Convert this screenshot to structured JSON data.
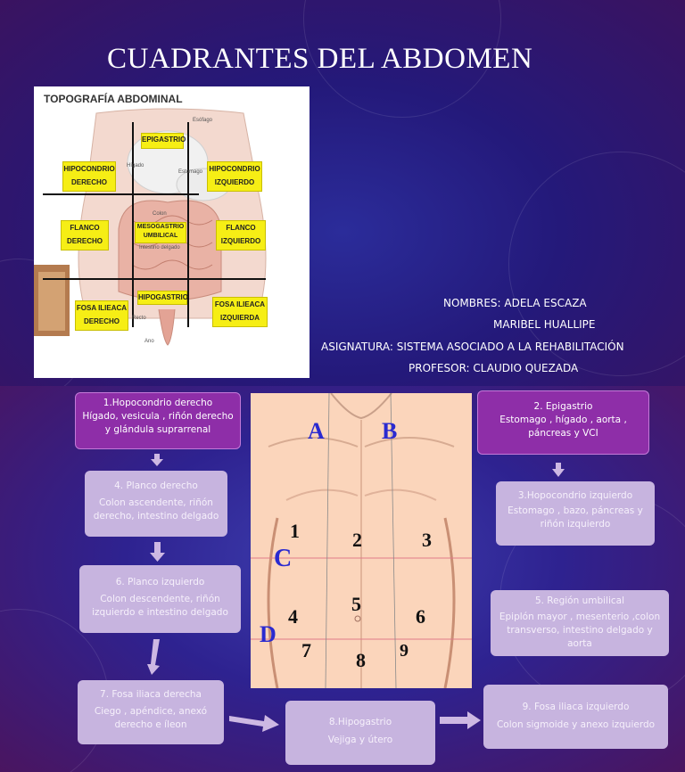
{
  "slide1": {
    "title": "CUADRANTES DEL ABDOMEN",
    "image": {
      "heading": "TOPOGRAFÍA ABDOMINAL",
      "labels": {
        "epigastrio": "EPIGASTRIO",
        "hipo_der_1": "HIPOCONDRIO",
        "hipo_der_2": "DERECHO",
        "hipo_izq_1": "HIPOCONDRIO",
        "hipo_izq_2": "IZQUIERDO",
        "flanco_der_1": "FLANCO",
        "flanco_der_2": "DERECHO",
        "meso_1": "MESOGASTRIO",
        "meso_2": "UMBILICAL",
        "flanco_izq_1": "FLANCO",
        "flanco_izq_2": "IZQUIERDO",
        "hipogastrio": "HIPOGASTRIO",
        "fosa_der_1": "FOSA ILIEACA",
        "fosa_der_2": "DERECHO",
        "fosa_izq_1": "FOSA ILIEACA",
        "fosa_izq_2": "IZQUIERDA",
        "esofago": "Esófago",
        "higado": "Hígado",
        "estomago": "Estomago",
        "colon": "Colon",
        "intestino": "Intestino delgado",
        "recto": "Recto",
        "ano": "Ano"
      }
    },
    "info": {
      "nombres": "NOMBRES:  ADELA ESCAZA",
      "nombre2": "MARIBEL HUALLIPE",
      "asignatura": "ASIGNATURA: SISTEMA ASOCIADO A LA REHABILITACIÓN",
      "profesor": "PROFESOR:  CLAUDIO QUEZADA"
    }
  },
  "slide2": {
    "boxes": {
      "b1": {
        "title": "1.Hopocondrio derecho",
        "body": "Hígado, vesicula , riñón derecho y glándula suprarrenal"
      },
      "b2": {
        "title": "2. Epigastrio",
        "body": "Estomago , hígado , aorta , páncreas  y VCI"
      },
      "b3": {
        "title": "3.Hopocondrio izquierdo",
        "body": "Estomago , bazo, páncreas y riñón izquierdo"
      },
      "b4": {
        "title": "4. Planco derecho",
        "body": "Colon ascendente, riñón derecho, intestino delgado"
      },
      "b5": {
        "title": "5. Región umbilical",
        "body": "Epiplón mayor , mesenterio ,colon transverso, intestino delgado y aorta"
      },
      "b6": {
        "title": "6. Planco izquierdo",
        "body": "Colon descendente, riñón izquierdo e intestino delgado"
      },
      "b7": {
        "title": "7. Fosa iliaca derecha",
        "body": "Ciego , apéndice, anexó derecho e íleon"
      },
      "b8": {
        "title": "8.Hipogastrio",
        "body": "Vejiga y útero"
      },
      "b9": {
        "title": "9. Fosa iliaca izquierdo",
        "body": "Colon sigmoide y anexo izquierdo"
      }
    },
    "torso": {
      "A": "A",
      "B": "B",
      "C": "C",
      "D": "D",
      "n1": "1",
      "n2": "2",
      "n3": "3",
      "n4": "4",
      "n5": "5",
      "n6": "6",
      "n7": "7",
      "n8": "8",
      "n9": "9"
    },
    "colors": {
      "dark_box": "#8e2ea8",
      "light_box": "#c7b4df",
      "label_blue": "#2a2ad0"
    }
  }
}
